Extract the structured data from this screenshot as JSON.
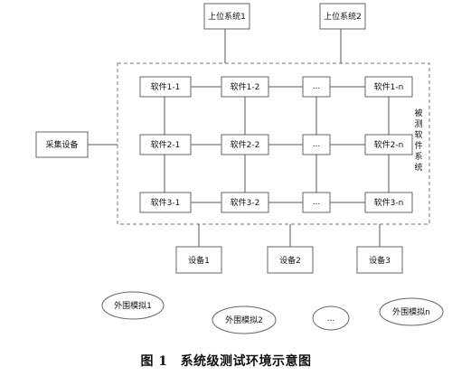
{
  "upper_systems": [
    {
      "label": "上位系统1"
    },
    {
      "label": "上位系统2"
    }
  ],
  "collector": {
    "label": "采集设备"
  },
  "grid": {
    "rows": [
      [
        "软件1-1",
        "软件1-2",
        "...",
        "软件1-n"
      ],
      [
        "软件2-1",
        "软件2-2",
        "...",
        "软件2-n"
      ],
      [
        "软件3-1",
        "软件3-2",
        "...",
        "软件3-n"
      ]
    ]
  },
  "system_label": [
    "被",
    "测",
    "软",
    "件",
    "系",
    "统"
  ],
  "devices": [
    {
      "label": "设备1"
    },
    {
      "label": "设备2"
    },
    {
      "label": "设备3"
    }
  ],
  "external_sims": [
    {
      "label": "外围模拟1"
    },
    {
      "label": "外围模拟2"
    },
    {
      "label": "..."
    },
    {
      "label": "外围模拟n"
    }
  ],
  "caption": {
    "figure": "图 1",
    "title": "系统级测试环境示意图"
  },
  "colors": {
    "line": "#555555",
    "box_border": "#666666",
    "dashed": "#777777"
  }
}
